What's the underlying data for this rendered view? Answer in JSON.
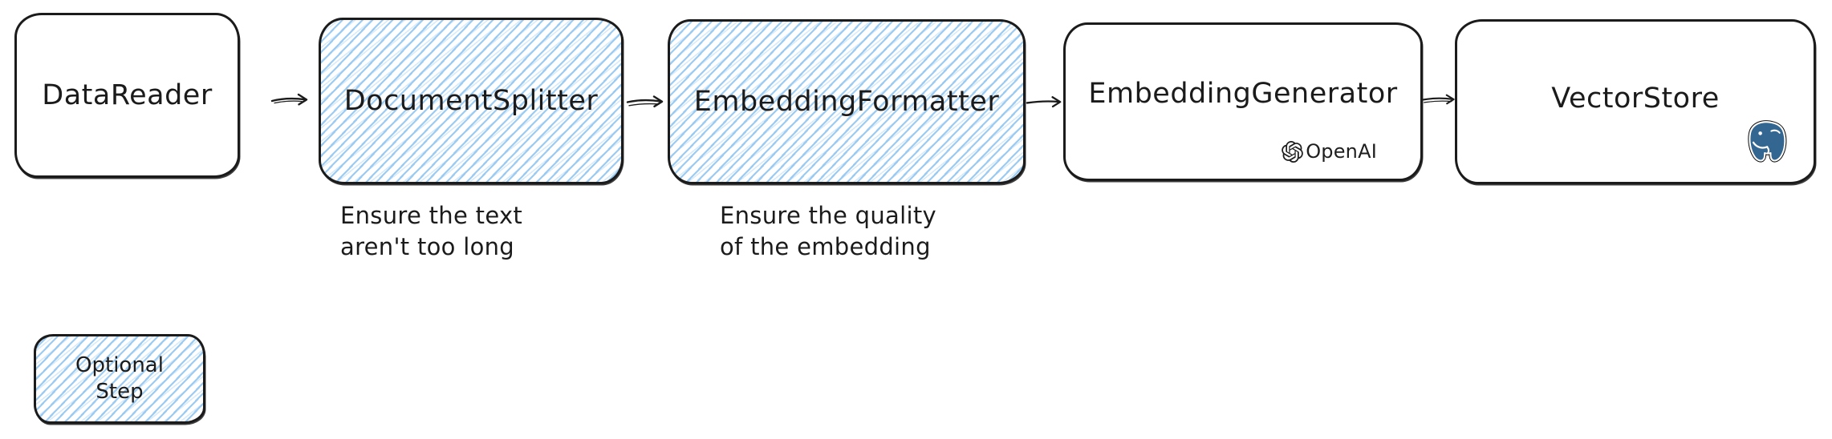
{
  "diagram": {
    "type": "flowchart",
    "description": "Embedding ingestion pipeline, hand-drawn style",
    "nodes": [
      {
        "id": "data-reader",
        "label": "DataReader",
        "optional": false
      },
      {
        "id": "document-splitter",
        "label": "DocumentSplitter",
        "optional": true,
        "note_lines": [
          "Ensure the text",
          "aren't too long"
        ]
      },
      {
        "id": "embedding-formatter",
        "label": "EmbeddingFormatter",
        "optional": true,
        "note_lines": [
          "Ensure the quality",
          "of the embedding"
        ]
      },
      {
        "id": "embedding-generator",
        "label": "EmbeddingGenerator",
        "optional": false,
        "badge": {
          "icon": "openai-icon",
          "text": "OpenAI"
        }
      },
      {
        "id": "vector-store",
        "label": "VectorStore",
        "optional": false,
        "badge": {
          "icon": "postgresql-icon",
          "text": ""
        }
      }
    ],
    "edges": [
      {
        "from": "data-reader",
        "to": "document-splitter"
      },
      {
        "from": "document-splitter",
        "to": "embedding-formatter"
      },
      {
        "from": "embedding-formatter",
        "to": "embedding-generator"
      },
      {
        "from": "embedding-generator",
        "to": "vector-store"
      }
    ],
    "legend": {
      "lines": [
        "Optional",
        "Step"
      ],
      "style": "blue-hatched"
    },
    "colors": {
      "stroke": "#1b1b1b",
      "hatch_blue": "#96c8f2",
      "openai_black": "#1e1e1e",
      "postgres_blue": "#336791",
      "background": "#ffffff"
    }
  }
}
